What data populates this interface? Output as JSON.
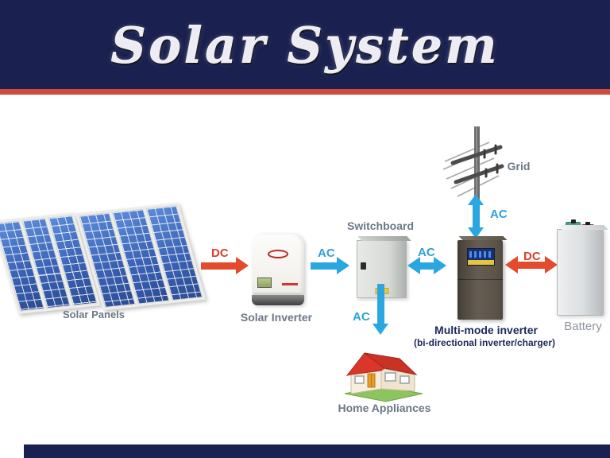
{
  "banner": {
    "title": "Solar System"
  },
  "nodes": {
    "solar_panels": {
      "label": "Solar Panels"
    },
    "solar_inverter": {
      "label": "Solar Inverter"
    },
    "switchboard": {
      "label": "Switchboard"
    },
    "grid": {
      "label": "Grid"
    },
    "multi_mode_inverter": {
      "label": "Multi-mode inverter",
      "sublabel": "(bi-directional inverter/charger)"
    },
    "battery": {
      "label": "Battery"
    },
    "home_appliances": {
      "label": "Home Appliances"
    }
  },
  "arrows": {
    "panels_to_inverter": {
      "label": "DC",
      "type": "dc",
      "direction": "right"
    },
    "inverter_to_switchboard": {
      "label": "AC",
      "type": "ac",
      "direction": "right"
    },
    "switchboard_to_multimode": {
      "label": "AC",
      "type": "ac",
      "direction": "bidirectional"
    },
    "switchboard_to_home": {
      "label": "AC",
      "type": "ac",
      "direction": "down"
    },
    "grid_to_multimode": {
      "label": "AC",
      "type": "ac",
      "direction": "bidirectional"
    },
    "multimode_to_battery": {
      "label": "DC",
      "type": "dc",
      "direction": "bidirectional"
    }
  },
  "colors": {
    "banner_navy": "#1a2150",
    "banner_red_stripe": "#cf4a3a",
    "ac_blue": "#2aa7e0",
    "dc_red": "#e34b2c",
    "label_gray": "#6b7886",
    "multimode_label_navy": "#1d2a5a",
    "panel_blue": "#3a62b4"
  }
}
